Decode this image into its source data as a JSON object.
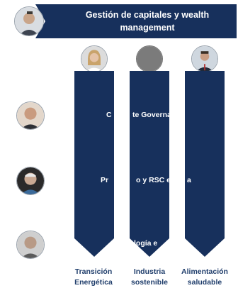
{
  "header": {
    "title": "Gestión de capitales y wealth management"
  },
  "rows": [
    {
      "label_left": "C",
      "label_right": "te Governa"
    },
    {
      "label_left": "Pr",
      "label_right": "o y RSC en",
      "label_tail": "a"
    },
    {
      "label_left": "",
      "label_right": "logía e"
    }
  ],
  "columns": [
    {
      "caption": "Transición Energética"
    },
    {
      "caption": "Industria sostenible"
    },
    {
      "caption": "Alimentación saludable"
    }
  ],
  "colors": {
    "navy": "#17305c",
    "caption": "#1f3d6b"
  },
  "icons": [
    "person-photo"
  ]
}
